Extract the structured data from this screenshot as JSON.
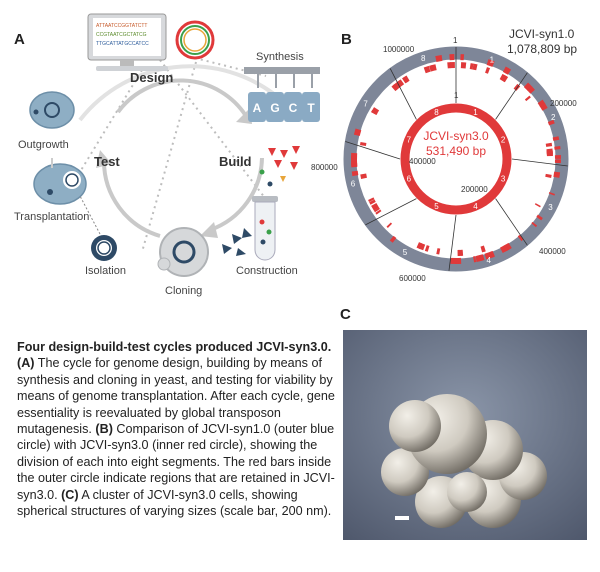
{
  "panel_a": {
    "letter": "A",
    "stage_design": "Design",
    "stage_build": "Build",
    "stage_test": "Test",
    "label_synthesis": "Synthesis",
    "bases": [
      "A",
      "G",
      "C",
      "T"
    ],
    "label_construction": "Construction",
    "label_cloning": "Cloning",
    "label_isolation": "Isolation",
    "label_transplantation": "Transplantation",
    "label_outgrowth": "Outgrowth",
    "screen_lines": [
      "ATTAATCCGGTATCTT",
      "CCGTAATCGCTATCG",
      "TTGCATTATGCCATCC"
    ]
  },
  "panel_b": {
    "letter": "B",
    "outer_name": "JCVI-syn1.0",
    "outer_size": "1,078,809 bp",
    "inner_name": "JCVI-syn3.0",
    "inner_size": "531,490 bp",
    "outer_ticks": [
      "1",
      "200000",
      "400000",
      "600000",
      "800000",
      "1000000"
    ],
    "inner_ticks": [
      "1",
      "200000",
      "400000"
    ],
    "outer_segments": [
      "1",
      "2",
      "3",
      "4",
      "5",
      "6",
      "7",
      "8"
    ],
    "inner_segments": [
      "1",
      "2",
      "3",
      "4",
      "5",
      "6",
      "7",
      "8"
    ]
  },
  "panel_c": {
    "letter": "C"
  },
  "caption": {
    "title": "Four design-build-test cycles produced JCVI-syn3.0.",
    "a_ref": "(A)",
    "a_text": " The cycle for genome design, building by means of synthesis and cloning in yeast, and testing for viability by means of genome transplantation. After each cycle, gene essentiality is reevaluated by global transposon mutagenesis. ",
    "b_ref": "(B)",
    "b_text": " Comparison of JCVI-syn1.0 (outer blue circle) with JCVI-syn3.0 (inner red circle), showing the division of each into eight segments. The red bars inside the outer circle indicate regions that are retained in JCVI-syn3.0. ",
    "c_ref": "(C)",
    "c_text": " A cluster of JCVI-syn3.0 cells, showing spherical structures of varying sizes (scale bar, 200 nm)."
  },
  "colors": {
    "outer_ring": "#7e8698",
    "red": "#e0393a",
    "cycle_arrow": "#c9c9c9",
    "cell_blue": "#8eaec4",
    "dark_blue": "#2e4a66"
  }
}
